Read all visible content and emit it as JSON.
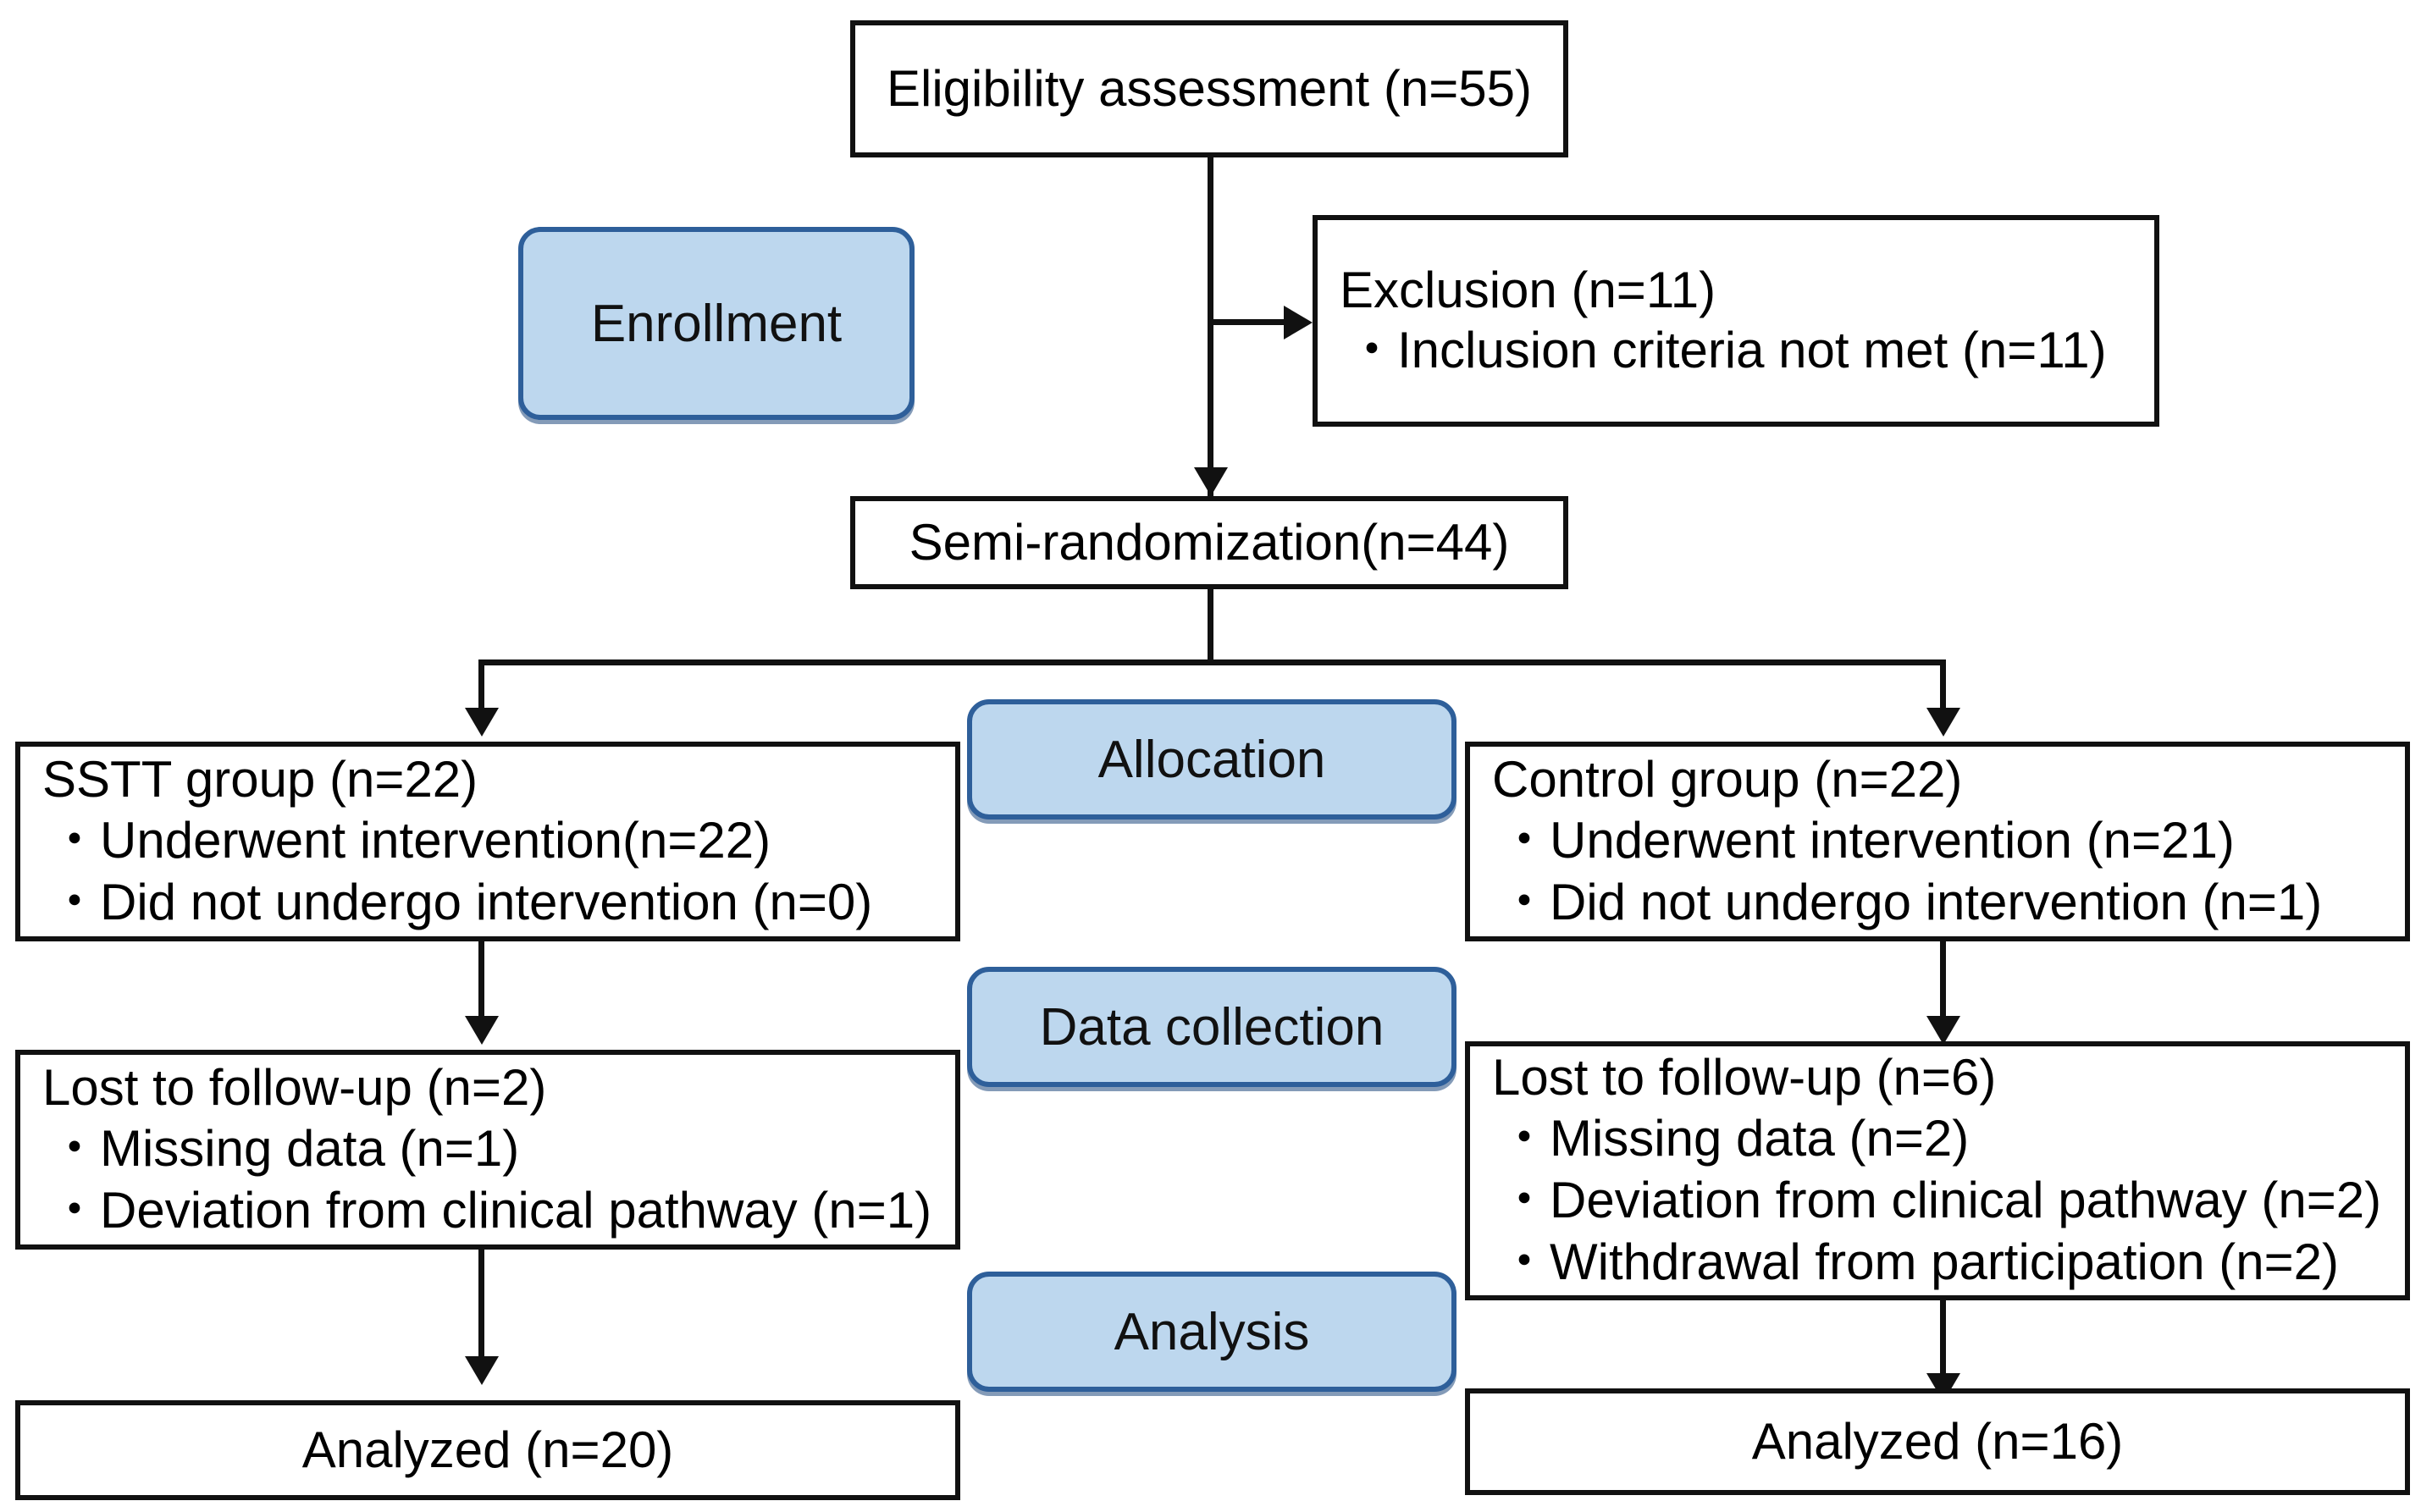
{
  "diagram": {
    "type": "consort-flow-diagram",
    "title": "CONSORT participant flow",
    "colors": {
      "box_border": "#111111",
      "box_fill": "#ffffff",
      "stage_fill": "#bdd7ee",
      "stage_border": "#2e5f9a",
      "connector": "#111111",
      "text": "#000000"
    }
  },
  "stages": [
    {
      "id": "enrollment",
      "label": "Enrollment"
    },
    {
      "id": "allocation",
      "label": "Allocation"
    },
    {
      "id": "data-collection",
      "label": "Data collection"
    },
    {
      "id": "analysis",
      "label": "Analysis"
    }
  ],
  "nodes": {
    "eligibility": {
      "title": "Eligibility assessment (n=55)",
      "n": 55
    },
    "exclusion": {
      "title": "Exclusion (n=11)",
      "n": 11,
      "items": [
        "Inclusion criteria not met (n=11)"
      ]
    },
    "randomization": {
      "title": "Semi-randomization(n=44)",
      "n": 44
    },
    "sstt_allocation": {
      "title": "SSTT group (n=22)",
      "n": 22,
      "items": [
        "Underwent intervention(n=22)",
        "Did not undergo intervention (n=0)"
      ]
    },
    "control_allocation": {
      "title": "Control group (n=22)",
      "n": 22,
      "items": [
        "Underwent intervention (n=21)",
        "Did not undergo intervention (n=1)"
      ]
    },
    "sstt_followup": {
      "title": "Lost to follow-up (n=2)",
      "n": 2,
      "items": [
        "Missing data (n=1)",
        "Deviation from clinical pathway (n=1)"
      ]
    },
    "control_followup": {
      "title": "Lost to follow-up (n=6)",
      "n": 6,
      "items": [
        "Missing data (n=2)",
        "Deviation from clinical pathway (n=2)",
        "Withdrawal from participation (n=2)"
      ]
    },
    "sstt_analyzed": {
      "title": "Analyzed (n=20)",
      "n": 20
    },
    "control_analyzed": {
      "title": "Analyzed (n=16)",
      "n": 16
    }
  }
}
